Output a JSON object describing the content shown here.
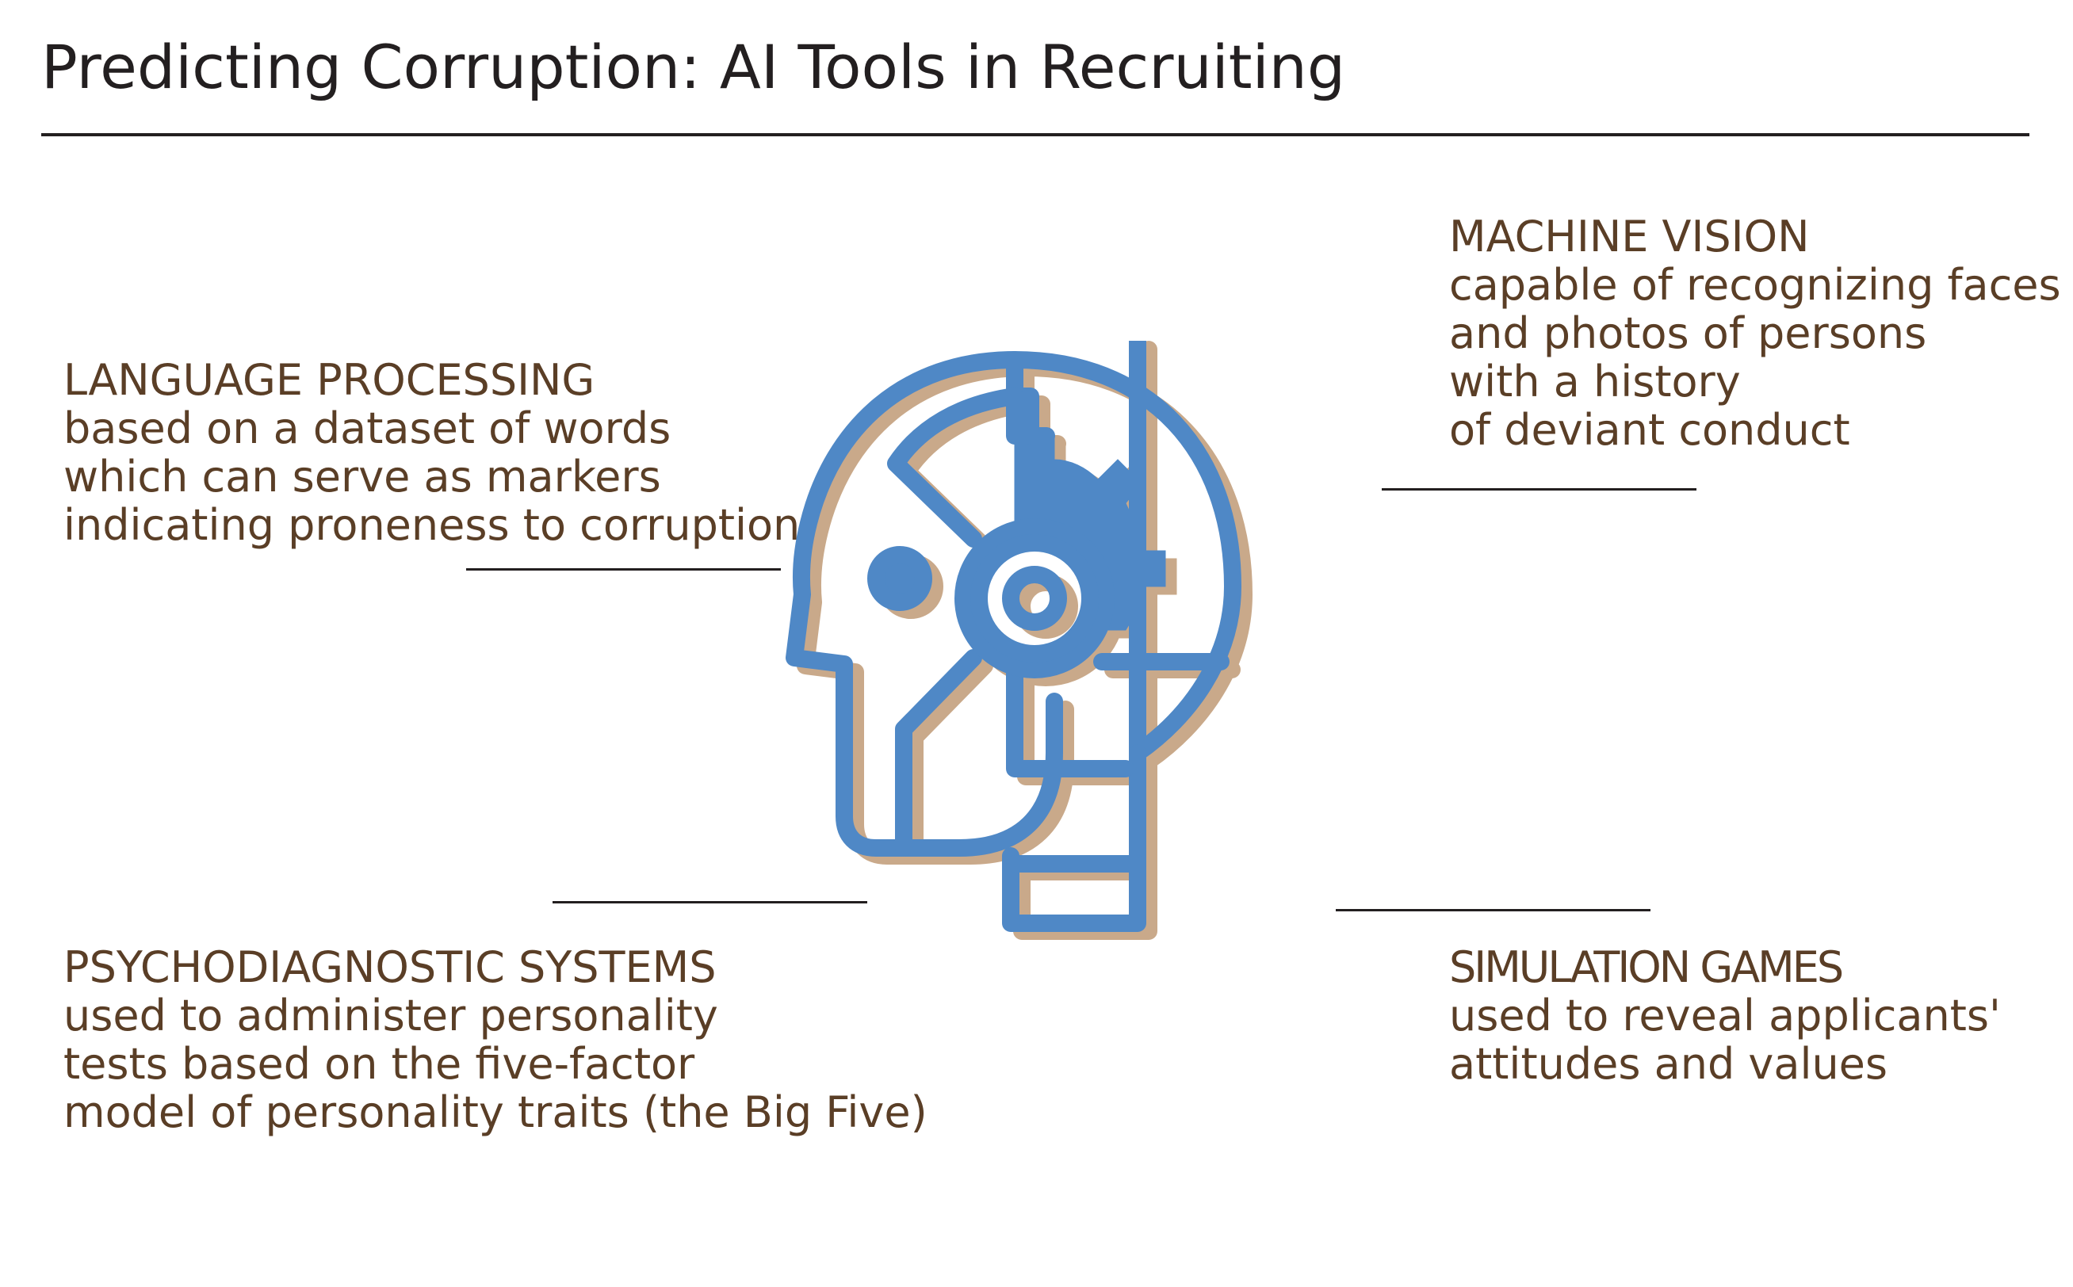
{
  "title": "Predicting Corruption: AI Tools in Recruiting",
  "colors": {
    "heading_text": "#231f20",
    "body_text": "#5a3e26",
    "icon_blue": "#4f88c6",
    "icon_shadow": "#c9a98a"
  },
  "icon": "robot-head-with-gear-icon",
  "blocks": {
    "language": {
      "heading": "LANGUAGE PROCESSING",
      "lines": [
        "based on a dataset of words",
        "which can serve as markers",
        "indicating proneness to corruption"
      ]
    },
    "vision": {
      "heading": "MACHINE VISION",
      "lines": [
        "capable of recognizing faces",
        "and photos of persons",
        "with a history",
        "of deviant conduct"
      ]
    },
    "psycho": {
      "heading": "PSYCHODIAGNOSTIC SYSTEMS",
      "lines": [
        "used to administer personality",
        "tests based on the five-factor",
        "model of personality traits (the Big Five)"
      ]
    },
    "games": {
      "heading": "SIMULATION GAMES",
      "lines": [
        "used to reveal applicants'",
        "attitudes and values"
      ]
    }
  }
}
